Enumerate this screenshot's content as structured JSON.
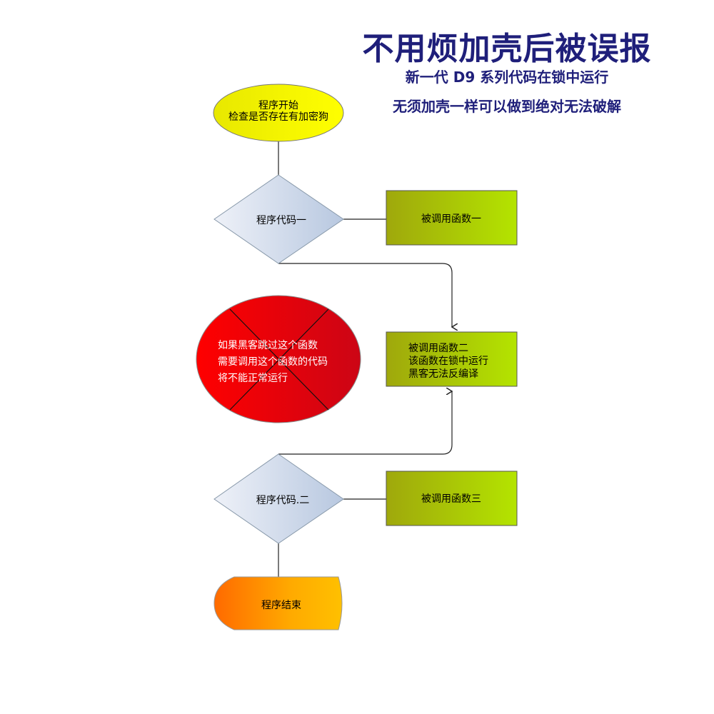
{
  "header": {
    "title": "不用烦加壳后被误报",
    "subtitle1": "新一代 D9 系列代码在锁中运行",
    "subtitle2": "无须加壳一样可以做到绝对无法破解"
  },
  "flow": {
    "start": [
      "程序开始",
      "检查是否存在有加密狗"
    ],
    "decision1": "程序代码一",
    "func1": "被调用函数一",
    "func2": [
      "被调用函数二",
      "该函数在锁中运行",
      "黑客无法反编译"
    ],
    "warning": [
      "如果黑客跳过这个函数",
      "需要调用这个函数的代码",
      "将不能正常运行"
    ],
    "decision2": "程序代码.二",
    "func3": "被调用函数三",
    "end": "程序结束"
  },
  "colors": {
    "title": "#1f1f7a",
    "start": "#f5f500",
    "box": "#b0dc00",
    "warning": "#e8000a",
    "end": "#ff9900"
  }
}
